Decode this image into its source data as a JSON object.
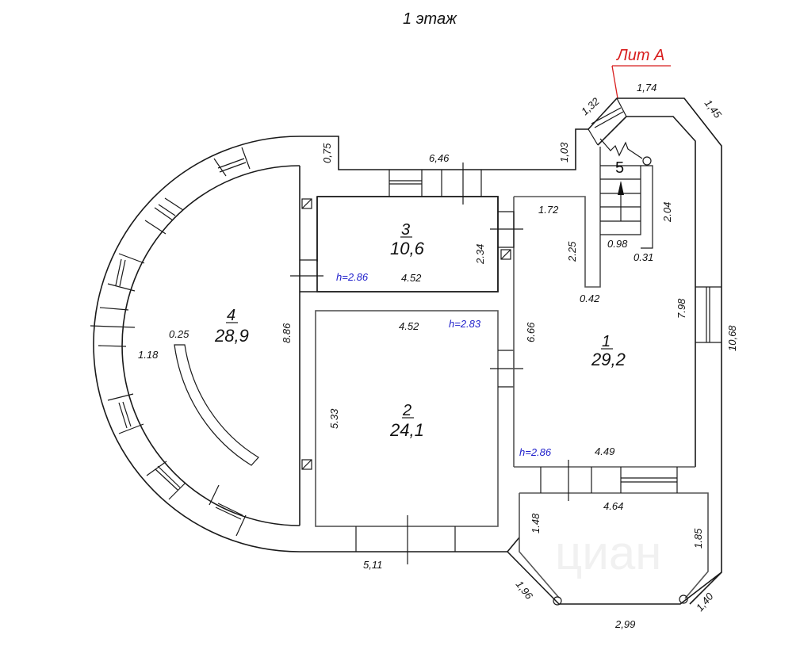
{
  "title": "1 этаж",
  "building_label": "Лит А",
  "watermark": "циан",
  "rooms": [
    {
      "number": "1",
      "area": "29,2"
    },
    {
      "number": "2",
      "area": "24,1"
    },
    {
      "number": "3",
      "area": "10,6"
    },
    {
      "number": "4",
      "area": "28,9"
    },
    {
      "number": "5",
      "area": ""
    }
  ],
  "heights": {
    "room3": "h=2.86",
    "room2": "h=2.83",
    "room1": "h=2.86"
  },
  "dimensions": {
    "d_1_74": "1,74",
    "d_1_32": "1,32",
    "d_1_45": "1,45",
    "d_1_03": "1,03",
    "d_0_75": "0,75",
    "d_6_46": "6,46",
    "d_2_04": "2.04",
    "d_0_98": "0.98",
    "d_0_31": "0.31",
    "d_1_72": "1.72",
    "d_2_25": "2.25",
    "d_0_42": "0.42",
    "d_2_34": "2.34",
    "d_4_52_r3": "4.52",
    "d_4_52_r2": "4.52",
    "d_8_86": "8.86",
    "d_0_25": "0.25",
    "d_1_18": "1.18",
    "d_6_66": "6.66",
    "d_7_98": "7.98",
    "d_10_68": "10,68",
    "d_5_33": "5.33",
    "d_4_49": "4.49",
    "d_4_64": "4.64",
    "d_1_48": "1.48",
    "d_1_85": "1.85",
    "d_5_11": "5,11",
    "d_1_96": "1,96",
    "d_2_99": "2,99",
    "d_1_40": "1,40"
  }
}
